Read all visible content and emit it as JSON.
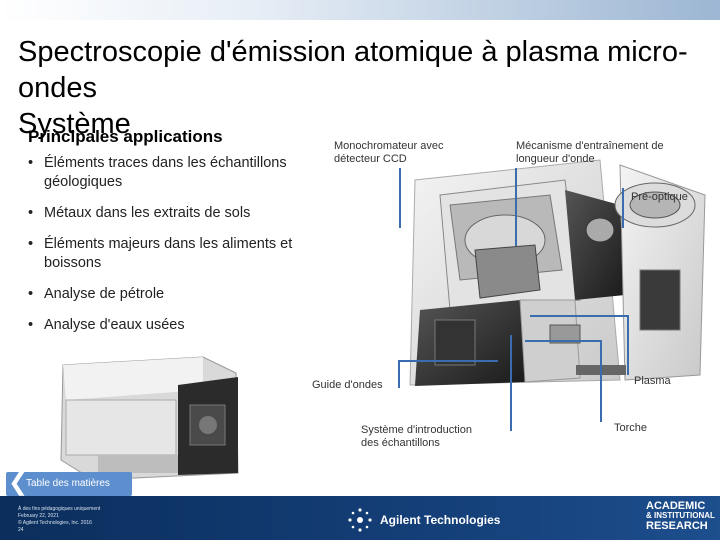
{
  "slide": {
    "title": "Spectroscopie d'émission atomique à plasma micro-ondes",
    "subtitle": "Système",
    "section_heading": "Principales applications",
    "bullets": [
      "Éléments traces dans les échantillons géologiques",
      "Métaux dans les extraits de sols",
      "Éléments majeurs dans les aliments et boissons",
      "Analyse de pétrole",
      "Analyse d'eaux usées"
    ],
    "bullet_marker": "•"
  },
  "diagram_labels": {
    "monochromator": "Monochromateur avec détecteur CCD",
    "wavelength_drive": "Mécanisme d'entraînement de longueur d'onde",
    "pre_optics": "Pré-optique",
    "waveguide": "Guide d'ondes",
    "plasma": "Plasma",
    "sample_intro": "Système d'introduction des échantillons",
    "torch": "Torche"
  },
  "nav": {
    "toc_label": "Table des matières",
    "toc_icon": "chevron-left-icon"
  },
  "footer": {
    "note_lines": [
      "À des fins pédagogiques uniquement",
      "February 22, 2021",
      "© Agilent Technologies, Inc. 2016",
      "24"
    ],
    "brand": "Agilent Technologies",
    "academic_line1": "ACADEMIC",
    "academic_line2": "& INSTITUTIONAL",
    "academic_line3": "RESEARCH"
  },
  "colors": {
    "callout_line": "#3a6db0",
    "toc_button": "#5d8fcf",
    "footer_bg": "#0b2e5c"
  }
}
